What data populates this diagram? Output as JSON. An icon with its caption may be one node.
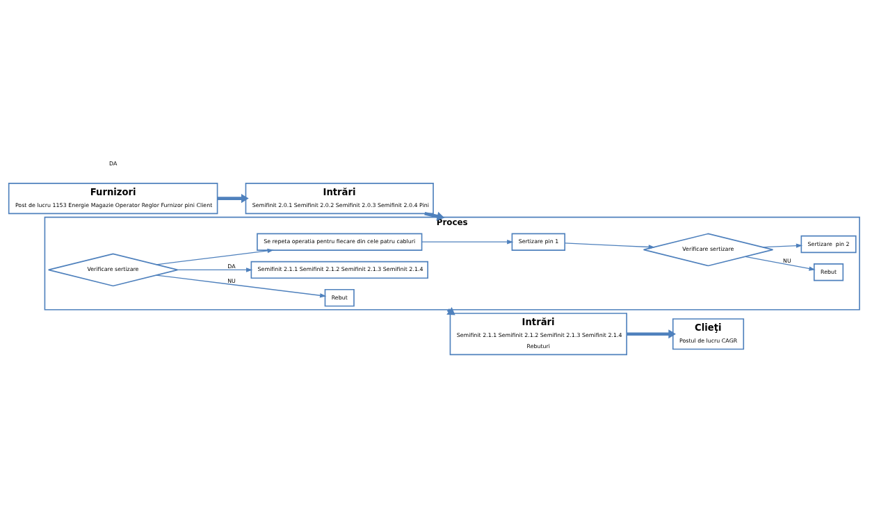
{
  "diagram": {
    "nodes": [
      {
        "text": [
          "Furnizori",
          "Post de lucru 1153 Energie Magazie Operator Reglor Furnizor pini Client"
        ]
      },
      {
        "text": [
          "Intrări",
          "Semifinit 2.0.1 Semifinit 2.0.2 Semifinit 2.0.3 Semifinit 2.0.4 Pini"
        ]
      },
      {
        "text": [
          "Proces"
        ]
      },
      {
        "text": [
          "Sertizare pin 1"
        ],
        "in": 2
      },
      {
        "text": [
          "Verificare sertizare"
        ],
        "in": 2
      },
      {
        "text": [
          "Rebut"
        ],
        "in": 2
      },
      {
        "text": [
          "Sertizare  pin 2"
        ],
        "in": 2
      },
      {
        "text": [
          "Verificare sertizare"
        ],
        "in": 2
      },
      {
        "text": [
          "Rebut"
        ],
        "in": 2
      },
      {
        "text": [
          "Se repeta operatia pentru fiecare din cele patru cabluri"
        ],
        "in": 2
      },
      {
        "text": [
          "Semifinit 2.1.1 Semifinit 2.1.2 Semifinit 2.1.3 Semifinit 2.1.4"
        ],
        "in": 2
      },
      {
        "text": [
          "Intrări",
          "Semifinit 2.1.1 Semifinit 2.1.2 Semifinit 2.1.3 Semifinit 2.1.4",
          "Rebuturi"
        ]
      },
      {
        "text": [
          "Clieţi",
          "Postul de lucru CAGR"
        ]
      }
    ],
    "edges": [
      {
        "from": 0,
        "to": 1,
        "arrow": "to",
        "style": "thick"
      },
      {
        "from": 1,
        "to": 2,
        "arrow": "to",
        "style": "thick"
      },
      {
        "from": 3,
        "to": 4,
        "arrow": "to"
      },
      {
        "from": 4,
        "to": 5,
        "arrow": "to",
        "label": "NU"
      },
      {
        "from": 4,
        "to": 6,
        "arrow": "to"
      },
      {
        "from": 7,
        "to": 8,
        "arrow": "to",
        "label": "NU"
      },
      {
        "from": 7,
        "to": 10,
        "arrow": "to",
        "label": "DA"
      },
      {
        "from": 7,
        "to": 9,
        "arrow": "to"
      },
      {
        "from": 9,
        "to": 3,
        "arrow": "to"
      },
      {
        "from": 2,
        "to": 11,
        "arrow": "to",
        "style": "thick"
      },
      {
        "from": 11,
        "to": 12,
        "arrow": "to",
        "style": "thick"
      }
    ],
    "labels": [
      "DA"
    ]
  }
}
